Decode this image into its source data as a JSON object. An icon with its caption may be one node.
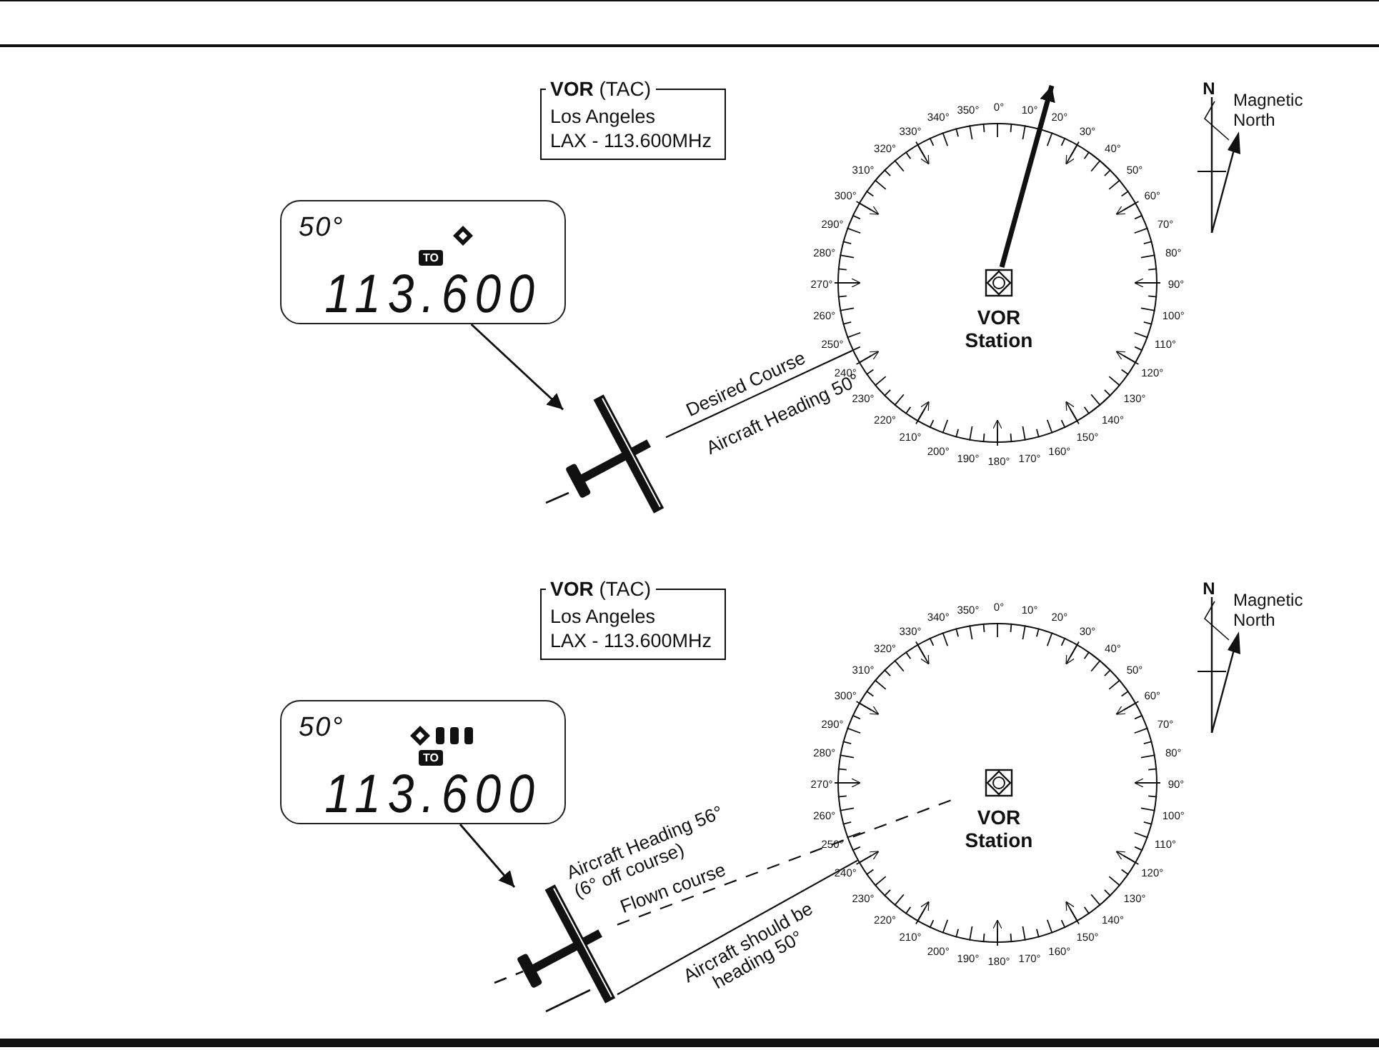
{
  "diagram": {
    "nodes": [
      {
        "text": [
          "**VOR** (TAC)",
          "Los Angeles",
          "LAX - 113.600MHz"
        ]
      },
      {
        "text": [
          "50°",
          "TO",
          "113.600"
        ]
      },
      {
        "text": [],
        "shape": "picture"
      },
      {
        "text": [
          "0°",
          "10°",
          "20°",
          "30°",
          "40°",
          "50°",
          "60°",
          "70°",
          "80°",
          "90°",
          "100°",
          "110°",
          "120°",
          "130°",
          "140°",
          "150°",
          "160°",
          "170°",
          "180°",
          "190°",
          "200°",
          "210°",
          "220°",
          "230°",
          "240°",
          "250°",
          "260°",
          "270°",
          "280°",
          "290°",
          "300°",
          "310°",
          "320°",
          "330°",
          "340°",
          "350°"
        ]
      },
      {
        "text": [
          "VOR Station"
        ],
        "in": 3
      },
      {
        "text": [
          "**VOR** (TAC)",
          "Los Angeles",
          "LAX - 113.600MHz"
        ]
      },
      {
        "text": [
          "50°",
          "TO",
          "113.600"
        ]
      },
      {
        "text": [],
        "shape": "picture"
      },
      {
        "text": [
          "0°",
          "10°",
          "20°",
          "30°",
          "40°",
          "50°",
          "60°",
          "70°",
          "80°",
          "90°",
          "100°",
          "110°",
          "120°",
          "130°",
          "140°",
          "150°",
          "160°",
          "170°",
          "180°",
          "190°",
          "200°",
          "210°",
          "220°",
          "230°",
          "240°",
          "250°",
          "260°",
          "270°",
          "280°",
          "290°",
          "300°",
          "310°",
          "320°",
          "330°",
          "340°",
          "350°"
        ]
      },
      {
        "text": [
          "VOR Station"
        ],
        "in": 8
      }
    ],
    "edges": [
      {
        "from": 1,
        "to": 2,
        "arrow": "to"
      },
      {
        "from": 2,
        "to": 3,
        "arrow": "none",
        "label": "Desired Course"
      },
      {
        "from": 6,
        "to": 7,
        "arrow": "to"
      },
      {
        "from": 7,
        "to": 9,
        "arrow": "none",
        "style": "dashed",
        "label": "Flown course"
      },
      {
        "from": 7,
        "to": 8,
        "arrow": "none",
        "label": "Aircraft should be heading 50°"
      },
      {
        "from": 4,
        "to": null,
        "arrow": "to",
        "style": "thick"
      }
    ],
    "labels": [
      "Aircraft Heading 50°",
      "N",
      "Magnetic North",
      "Aircraft Heading 56° (6° off course)",
      "N",
      "Magnetic North"
    ]
  }
}
